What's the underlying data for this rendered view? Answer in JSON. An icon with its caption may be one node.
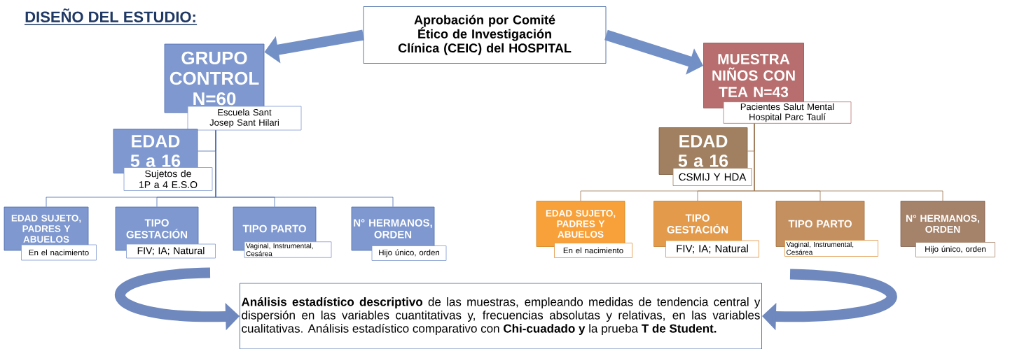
{
  "diagram": {
    "title": "DISEÑO DEL ESTUDIO:",
    "nodes": [
      {
        "text": [
          "Aprobación por Comité Ético de Investigación Clínica (CEIC) del HOSPITAL"
        ]
      },
      {
        "text": [
          "GRUPO CONTROL N=60"
        ]
      },
      {
        "text": [
          "Escuela Sant Josep Sant Hilari"
        ]
      },
      {
        "text": [
          "EDAD 5 a 16"
        ]
      },
      {
        "text": [
          "Sujetos de 1P a 4 E.S.O"
        ]
      },
      {
        "text": [
          "EDAD SUJETO, PADRES Y ABUELOS"
        ]
      },
      {
        "text": [
          "En el nacimiento"
        ]
      },
      {
        "text": [
          "TIPO GESTACIÓN"
        ]
      },
      {
        "text": [
          "FIV; IA; Natural"
        ]
      },
      {
        "text": [
          "TIPO PARTO"
        ]
      },
      {
        "text": [
          "Vaginal, Instrumental, Cesárea"
        ]
      },
      {
        "text": [
          "N° HERMANOS, ORDEN"
        ]
      },
      {
        "text": [
          "Hijo único, orden"
        ]
      },
      {
        "text": [
          "MUESTRA NIÑOS CON TEA N=43"
        ]
      },
      {
        "text": [
          "Pacientes Salut Mental Hospital Parc Taulí"
        ]
      },
      {
        "text": [
          "EDAD 5 a 16"
        ]
      },
      {
        "text": [
          "CSMIJ Y HDA"
        ]
      },
      {
        "text": [
          "EDAD SUJETO, PADRES Y ABUELOS"
        ]
      },
      {
        "text": [
          "En el nacimiento"
        ]
      },
      {
        "text": [
          "TIPO GESTACIÓN"
        ]
      },
      {
        "text": [
          "FIV; IA; Natural"
        ]
      },
      {
        "text": [
          "TIPO PARTO"
        ]
      },
      {
        "text": [
          "Vaginal, Instrumental, Cesárea"
        ]
      },
      {
        "text": [
          "N° HERMANOS, ORDEN"
        ]
      },
      {
        "text": [
          "Hijo único, orden"
        ]
      },
      {
        "text": [
          "**Análisis estadístico descriptivo** de las muestras, empleando medidas de tendencia central y dispersión en las variables cuantitativas y, frecuencias absolutas y relativas, en las variables cualitativas. Análisis estadístico comparativo con  **Chi-cuadado y** la prueba **T de Student.**"
        ]
      }
    ],
    "edges": [
      {
        "from": 0,
        "to": 1,
        "arrow": "to",
        "style": "thick",
        "color": "#7390c6"
      },
      {
        "from": 0,
        "to": 13,
        "arrow": "to",
        "style": "thick",
        "color": "#7390c6"
      },
      {
        "from": 2,
        "to": 3,
        "arrow": "none",
        "color": "#4a6aad"
      },
      {
        "from": 2,
        "to": 5,
        "arrow": "none",
        "color": "#4a6aad"
      },
      {
        "from": 2,
        "to": 7,
        "arrow": "none",
        "color": "#4a6aad"
      },
      {
        "from": 2,
        "to": 9,
        "arrow": "none",
        "color": "#4a6aad"
      },
      {
        "from": 2,
        "to": 11,
        "arrow": "none",
        "color": "#4a6aad"
      },
      {
        "from": 14,
        "to": 15,
        "arrow": "none",
        "color": "#9a7452"
      },
      {
        "from": 14,
        "to": 17,
        "arrow": "none",
        "color": "#9a7452"
      },
      {
        "from": 14,
        "to": 19,
        "arrow": "none",
        "color": "#9a7452"
      },
      {
        "from": 14,
        "to": 21,
        "arrow": "none",
        "color": "#9a7452"
      },
      {
        "from": 14,
        "to": 23,
        "arrow": "none",
        "color": "#9a7452"
      },
      {
        "from": null,
        "to": 25,
        "arrow": "to",
        "style": "thick",
        "color": "#6f88bd"
      },
      {
        "from": null,
        "to": 25,
        "arrow": "to",
        "style": "thick",
        "color": "#6f88bd"
      }
    ]
  }
}
